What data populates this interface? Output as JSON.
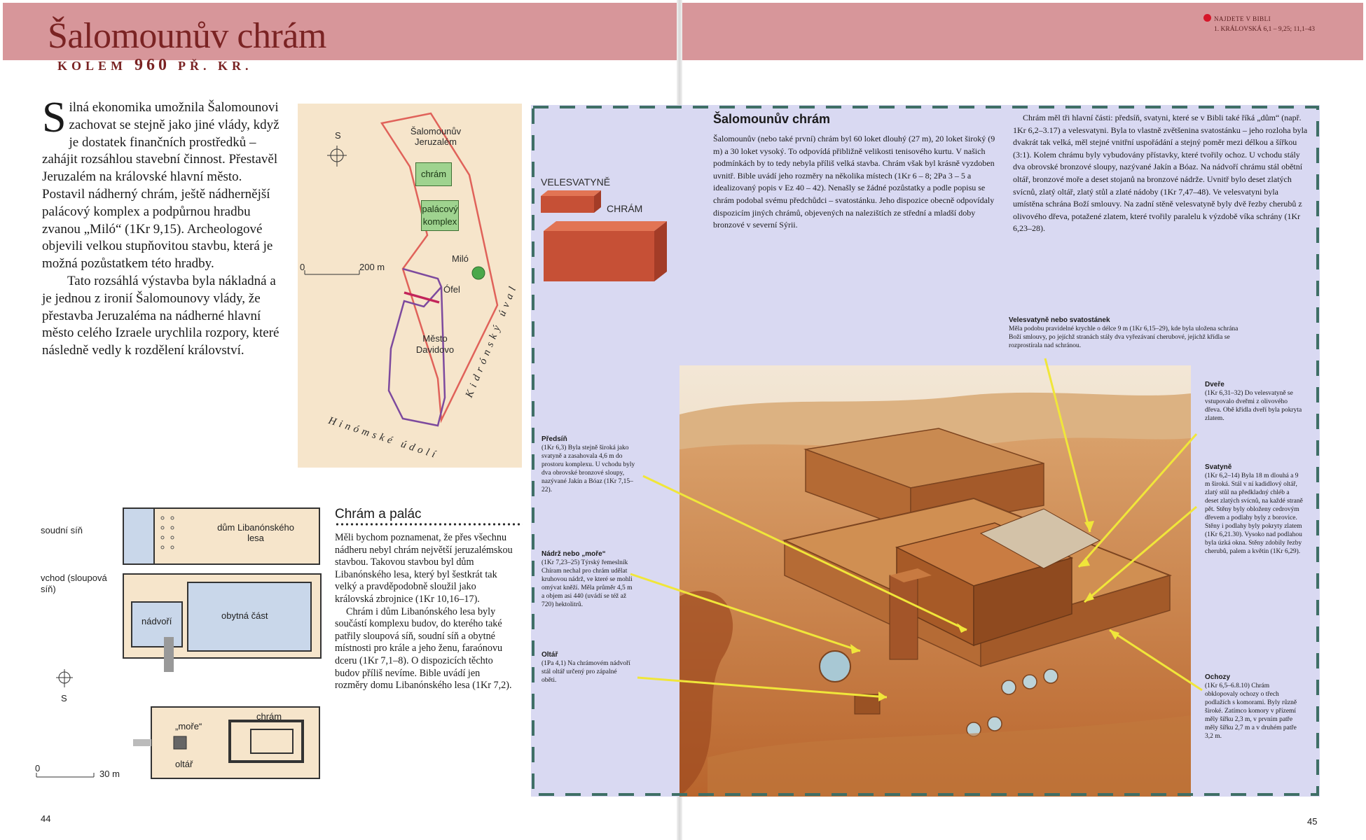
{
  "header": {
    "title": "Šalomounův chrám",
    "subtitle_prefix": "KOLEM",
    "subtitle_year": "960",
    "subtitle_suffix": "PŘ. KR."
  },
  "bible_ref": {
    "label": "NAJDETE V BIBLI",
    "refs": "1. KRÁLOVSKÁ 6,1 – 9,25; 11,1–43"
  },
  "intro": {
    "dropcap": "S",
    "p1_rest": "ilná ekonomika umožnila Šalomounovi zachovat se stejně jako jiné vlády, když je dostatek finančních prostředků – zahájit rozsáhlou stavební činnost. Přestavěl Jeruzalém na královské hlavní město. Postavil nádherný chrám, ještě nádhernější palácový komplex a podpůrnou hradbu zvanou „Miló“ (1Kr 9,15). Archeologové objevili velkou stupňovitou stavbu, která je možná pozůstatkem této hradby.",
    "p2": "Tato rozsáhlá výstavba byla nákladná a je jednou z ironií Šalomounovy vlády, že přestavba Jeruzaléma na nádherné hlavní město celého Izraele urychlila rozpory, které následně vedly k rozdělení království."
  },
  "map": {
    "north": "S",
    "scale": "200 m",
    "scale_zero": "0",
    "jerusalem": "Šalomounův Jeruzalém",
    "temple": "chrám",
    "palace": "palácový komplex",
    "millo": "Miló",
    "ophel": "Ófel",
    "city_david": "Město Davidovo",
    "kidron": "Kidrónský úval",
    "hinnom": "Hinómské údolí"
  },
  "plan": {
    "court": "soudní síň",
    "entrance": "vchod (sloupová síň)",
    "house": "dům Libanónského lesa",
    "courtyard": "nádvoří",
    "living": "obytná část",
    "north": "S",
    "sea": "„moře“",
    "temple": "chrám",
    "altar": "oltář",
    "scale_zero": "0",
    "scale": "30 m"
  },
  "palace_section": {
    "heading": "Chrám a palác",
    "p1": "Měli bychom poznamenat, že přes všechnu nádheru nebyl chrám největší jeruzalémskou stavbou. Takovou stavbou byl dům Libanónského lesa, který byl šestkrát tak velký a pravděpodobně sloužil jako královská zbrojnice (1Kr 10,16–17).",
    "p2": "Chrám i dům Libanónského lesa byly součástí komplexu budov, do kterého také patřily sloupová síň, soudní síň a obytné místnosti pro krále a jeho ženu, faraónovu dceru (1Kr 7,1–8). O dispozicích těchto budov příliš nevíme. Bible uvádí jen rozměry domu Libanónského lesa (1Kr 7,2)."
  },
  "page_numbers": {
    "left": "44",
    "right": "45"
  },
  "size_diagram": {
    "holy_of_holies": "VELESVATYNĚ",
    "temple": "CHRÁM"
  },
  "temple_text": {
    "heading": "Šalomounův chrám",
    "body": "Šalomounův (nebo také první) chrám byl 60 loket dlouhý (27 m), 20 loket široký (9 m) a 30 loket vysoký. To odpovídá přibližně velikosti tenisového kurtu. V našich podmínkách by to tedy nebyla příliš velká stavba. Chrám však byl krásně vyzdoben uvnitř. Bible uvádí jeho rozměry na několika místech (1Kr 6 – 8; 2Pa 3 – 5 a idealizovaný popis v Ez 40 – 42). Nenašly se žádné pozůstatky a podle popisu se chrám podobal svému předchůdci – svatostánku. Jeho dispozice obecně odpovídaly dispozicím jiných chrámů, objevených na nalezištích ze střední a mladší doby bronzové v severní Sýrii.",
    "right": "Chrám měl tři hlavní části: předsíň, svatyni, které se v Bibli také říká „dům“ (např. 1Kr 6,2–3.17) a velesvatyni. Byla to vlastně zvětšenina svatostánku – jeho rozloha byla dvakrát tak velká, měl stejné vnitřní uspořádání a stejný poměr mezi délkou a šířkou (3:1). Kolem chrámu byly vybudovány přístavky, které tvořily ochoz. U vchodu stály dva obrovské bronzové sloupy, nazývané Jakín a Bóaz. Na nádvoří chrámu stál obětní oltář, bronzové moře a deset stojanů na bronzové nádrže. Uvnitř bylo deset zlatých svícnů, zlatý oltář, zlatý stůl a zlaté nádoby (1Kr 7,47–48). Ve velesvatyni byla umístěna schrána Boží smlouvy. Na zadní stěně velesvatyně byly dvě řezby cherubů z olivového dřeva, potažené zlatem, které tvořily paralelu k výzdobě víka schrány (1Kr 6,23–28)."
  },
  "callouts": {
    "velesvatyne": {
      "title": "Velesvatyně nebo svatostánek",
      "text": "Měla podobu pravidelné krychle o délce 9 m (1Kr 6,15–29), kde byla uložena schrána Boží smlouvy, po jejíchž stranách stály dva vyřezávaní cherubové, jejichž křídla se rozprostírala nad schránou."
    },
    "predsin": {
      "title": "Předsíň",
      "text": "(1Kr 6,3) Byla stejně široká jako svatyně a zasahovala 4,6 m do prostoru komplexu. U vchodu byly dva obrovské bronzové sloupy, nazývané Jakín a Bóaz (1Kr 7,15–22)."
    },
    "nadrz": {
      "title": "Nádrž nebo „moře“",
      "text": "(1Kr 7,23–25) Týrský řemeslník Chíram nechal pro chrám udělat kruhovou nádrž, ve které se mohli omývat kněží. Měla průměr 4,5 m a objem asi 440 (uvádí se též až 720) hektolitrů."
    },
    "oltar": {
      "title": "Oltář",
      "text": "(1Pa 4,1) Na chrámovém nádvoří stál oltář určený pro zápalné oběti."
    },
    "dvere": {
      "title": "Dveře",
      "text": "(1Kr 6,31–32) Do velesvatyně se vstupovalo dveřmi z olivového dřeva. Obě křídla dveří byla pokryta zlatem."
    },
    "svatyne": {
      "title": "Svatyně",
      "text": "(1Kr 6,2–14) Byla 18 m dlouhá a 9 m široká. Stál v ní kadidlový oltář, zlatý stůl na předkladný chléb a deset zlatých svícnů, na každé straně pět. Stěny byly obloženy cedrovým dřevem a podlahy byly z borovice. Stěny i podlahy byly pokryty zlatem (1Kr 6,21.30). Vysoko nad podlahou byla úzká okna. Stěny zdobily řezby cherubů, palem a květin (1Kr 6,29)."
    },
    "ochozy": {
      "title": "Ochozy",
      "text": "(1Kr 6,5–6.8.10) Chrám obklopovaly ochozy o třech podlažích s komorami. Byly různě široké. Zatímco komory v přízemí měly šířku 2,3 m, v prvním patře měly šířku 2,7 m a v druhém patře 3,2 m."
    }
  },
  "colors": {
    "header_band": "#d7969a",
    "title": "#7a2323",
    "info_panel": "#d9d9f2",
    "dash": "#3f6f66",
    "map_bg": "#f6e5cb",
    "arrow": "#f0e63a"
  }
}
